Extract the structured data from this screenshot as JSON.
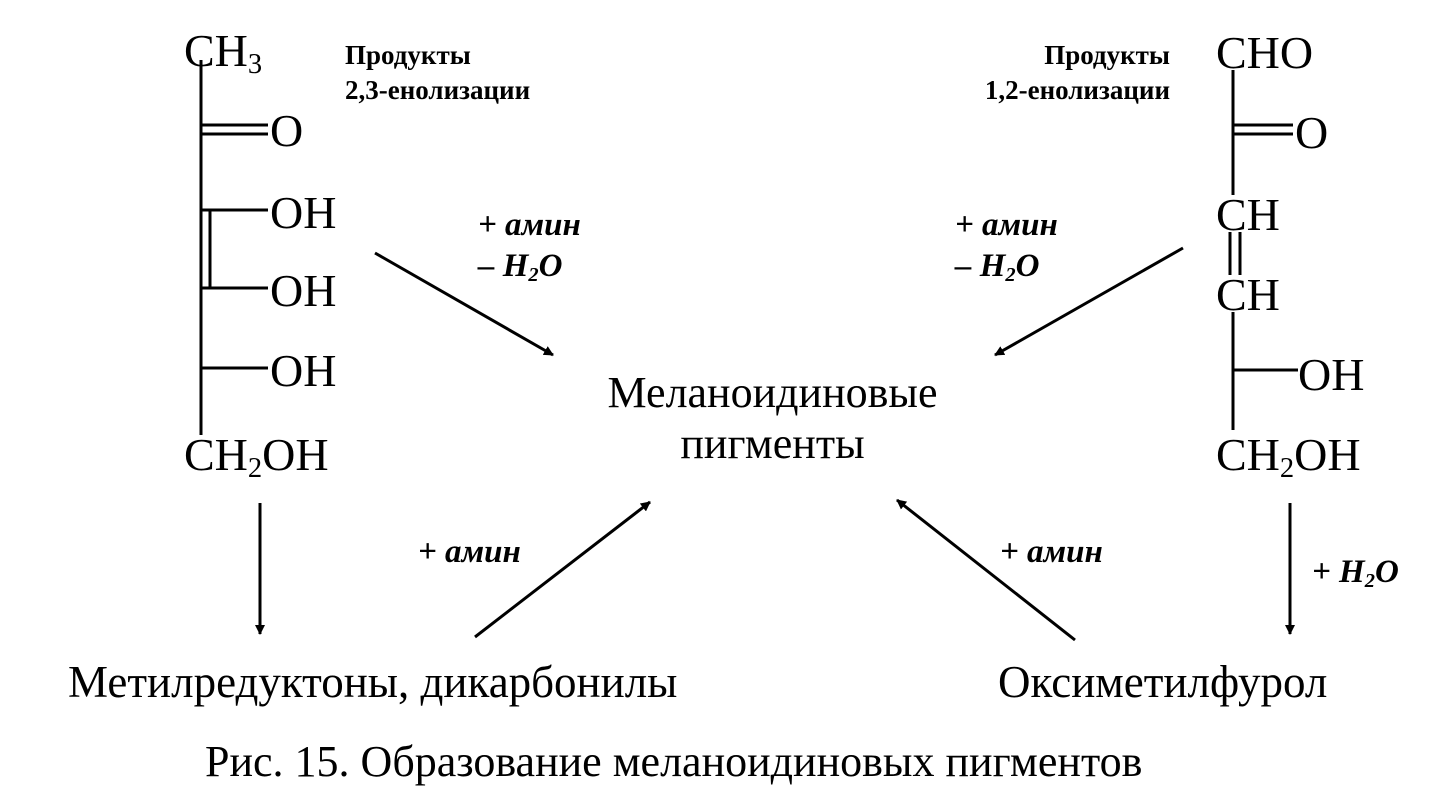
{
  "left_structure": {
    "top": "CH",
    "top_sub": "3",
    "o": "O",
    "oh1": "OH",
    "oh2": "OH",
    "oh3": "OH",
    "bottom_a": "CH",
    "bottom_sub": "2",
    "bottom_b": "OH",
    "label_line1": "Продукты",
    "label_line2": "2,3-енолизации"
  },
  "right_structure": {
    "top": "CHO",
    "o": "O",
    "ch1": "CH",
    "ch2": "CH",
    "oh": "OH",
    "bottom_a": "CH",
    "bottom_sub": "2",
    "bottom_b": "OH",
    "label_line1": "Продукты",
    "label_line2": "1,2-енолизации"
  },
  "reagents": {
    "left_top_amine": "+ амин",
    "left_top_water_prefix": "– H",
    "left_top_water_sub": "2",
    "left_top_water_suffix": "O",
    "right_top_amine": "+ амин",
    "right_top_water_prefix": "– H",
    "right_top_water_sub": "2",
    "right_top_water_suffix": "O",
    "left_bottom_amine": "+ амин",
    "right_bottom_amine": "+ амин",
    "right_down_water_prefix": "+ H",
    "right_down_water_sub": "2",
    "right_down_water_suffix": "O"
  },
  "center": {
    "line1": "Меланоидиновые",
    "line2": "пигменты"
  },
  "products": {
    "left": "Метилредуктоны, дикарбонилы",
    "right": "Оксиметилфурол"
  },
  "caption": "Рис. 15.  Образование меланоидиновых пигментов"
}
